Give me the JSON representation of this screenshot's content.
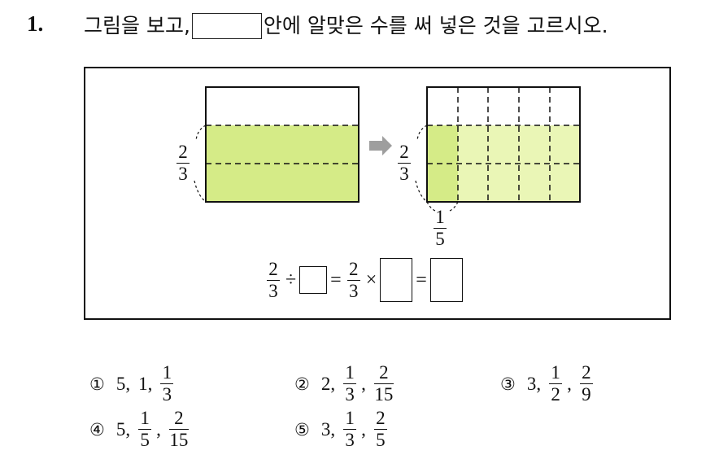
{
  "question": {
    "number": "1.",
    "text_before": "그림을 보고, ",
    "text_after": "안에 알맞은 수를 써 넣은 것을 고르시오."
  },
  "figure": {
    "left_label": {
      "num": "2",
      "den": "3"
    },
    "right_label": {
      "num": "2",
      "den": "3"
    },
    "bottom_label": {
      "num": "1",
      "den": "5"
    },
    "equation": {
      "f1": {
        "num": "2",
        "den": "3"
      },
      "op1": "÷",
      "eq1": "=",
      "f2": {
        "num": "2",
        "den": "3"
      },
      "op2": "×",
      "eq2": "="
    },
    "colors": {
      "fill_strong": "#d5eb87",
      "fill_light": "#eaf6b6",
      "arrow": "#9e9e9e"
    }
  },
  "choices": [
    {
      "mark": "①",
      "a": "5",
      "b": "1",
      "c": {
        "num": "1",
        "den": "3"
      }
    },
    {
      "mark": "②",
      "a": "2",
      "b": {
        "num": "1",
        "den": "3"
      },
      "c": {
        "num": "2",
        "den": "15"
      }
    },
    {
      "mark": "③",
      "a": "3",
      "b": {
        "num": "1",
        "den": "2"
      },
      "c": {
        "num": "2",
        "den": "9"
      }
    },
    {
      "mark": "④",
      "a": "5",
      "b": {
        "num": "1",
        "den": "5"
      },
      "c": {
        "num": "2",
        "den": "15"
      }
    },
    {
      "mark": "⑤",
      "a": "3",
      "b": {
        "num": "1",
        "den": "3"
      },
      "c": {
        "num": "2",
        "den": "5"
      }
    }
  ]
}
